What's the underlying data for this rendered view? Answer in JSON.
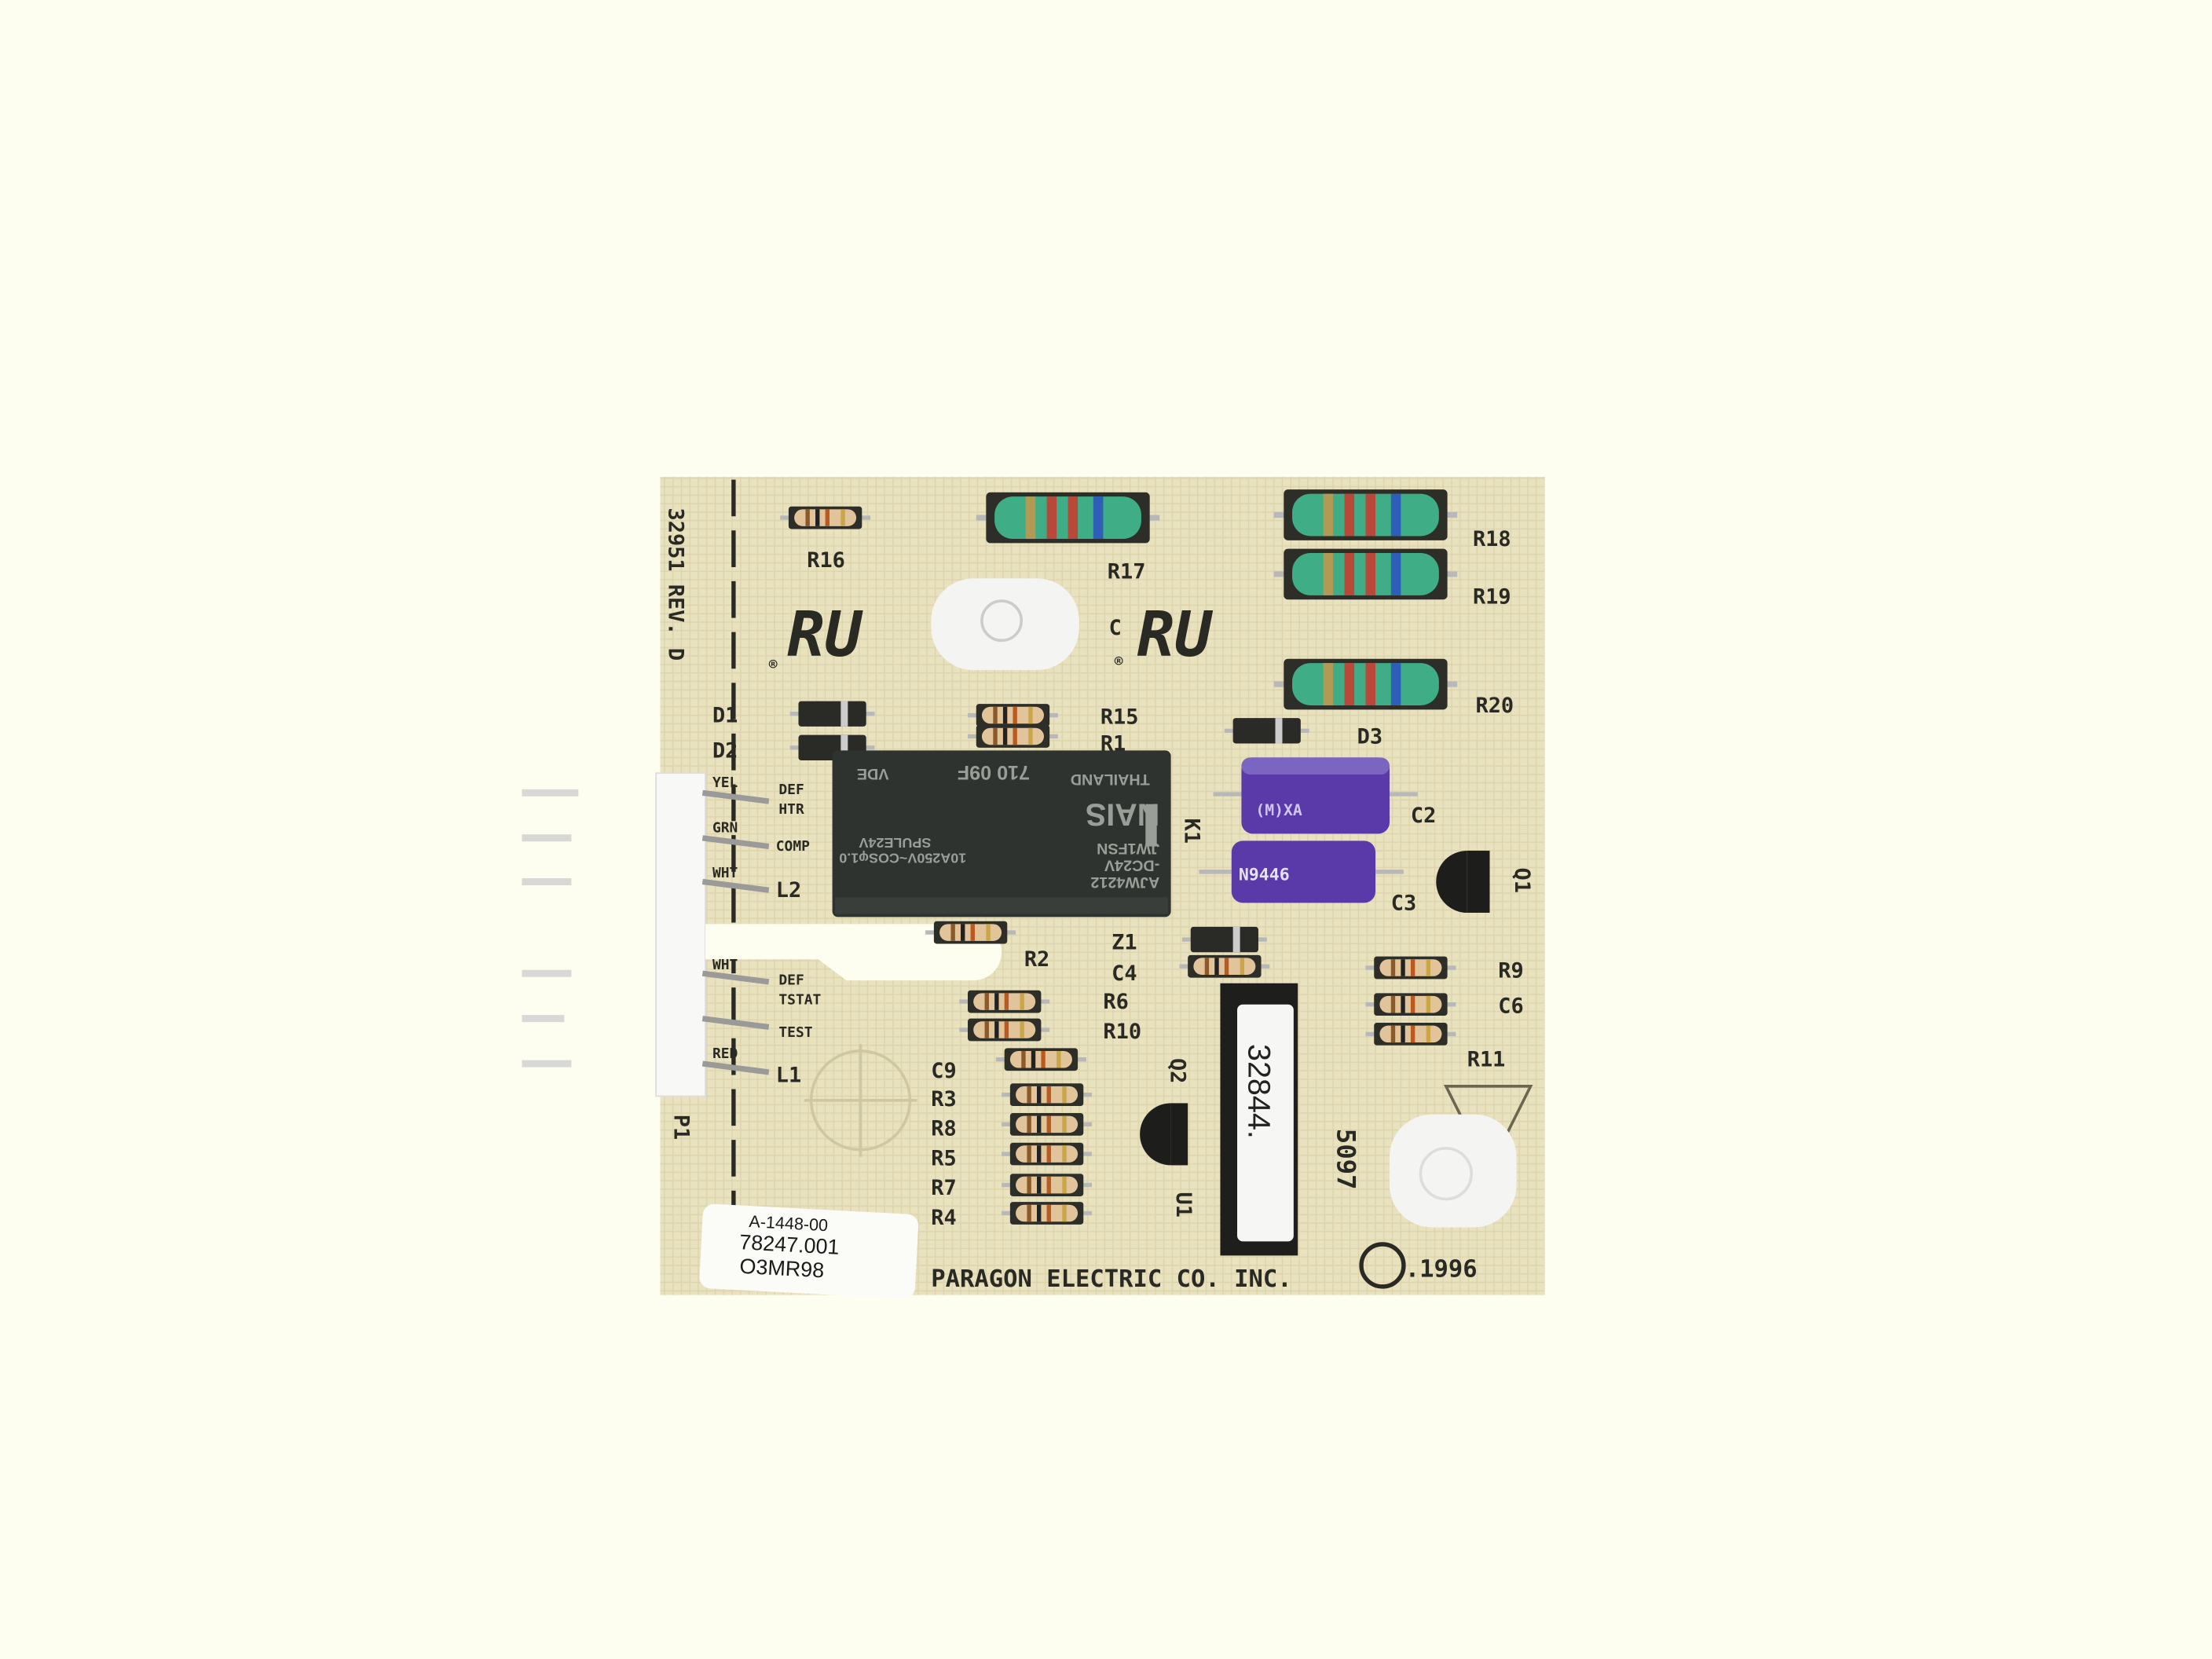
{
  "board": {
    "part_number": "32951 REV. D",
    "manufacturer": "PARAGON ELECTRIC CO. INC.",
    "copyright_symbol": "©",
    "year": ".1996",
    "stamp": "5097",
    "connector_label": "P1",
    "relay_label": "K1",
    "colors": {
      "background": "#fdfdf0",
      "pcb": "#e8e0bc",
      "relay": "#2f332f",
      "resistor_green": "#3fae86",
      "capacitor_purple": "#5a3aa8"
    }
  },
  "sticker": {
    "line1": "A-1448-00",
    "line2": "78247.001",
    "line3": "O3MR98"
  },
  "ic": {
    "label": "U1",
    "marking": "32844."
  },
  "relay": {
    "brand": "NAIS",
    "model": "JW1FSN",
    "voltage": "-DC24V",
    "code": "AJW4212",
    "rating": "10A250V~COSφ1.0",
    "coil": "SPULE24V",
    "lot": "710 09F",
    "origin": "THAILAND",
    "cert": "VDE"
  },
  "capacitors": {
    "c2_marking": "(M)XA",
    "c3_marking": "N9446"
  },
  "connector": {
    "wires": [
      "YEL",
      "GRN",
      "WHT",
      "WHT",
      "RED"
    ],
    "functions": [
      "DEF",
      "HTR",
      "COMP",
      "L2",
      "DEF",
      "TSTAT",
      "TEST",
      "L1"
    ]
  },
  "designators": [
    "R16",
    "R17",
    "R18",
    "R19",
    "R20",
    "D1",
    "D2",
    "R15",
    "R1",
    "D3",
    "C2",
    "C3",
    "Q1",
    "R2",
    "Z1",
    "C4",
    "R9",
    "C6",
    "R11",
    "R6",
    "R10",
    "C9",
    "R3",
    "R8",
    "R5",
    "R7",
    "R4",
    "Q2"
  ]
}
